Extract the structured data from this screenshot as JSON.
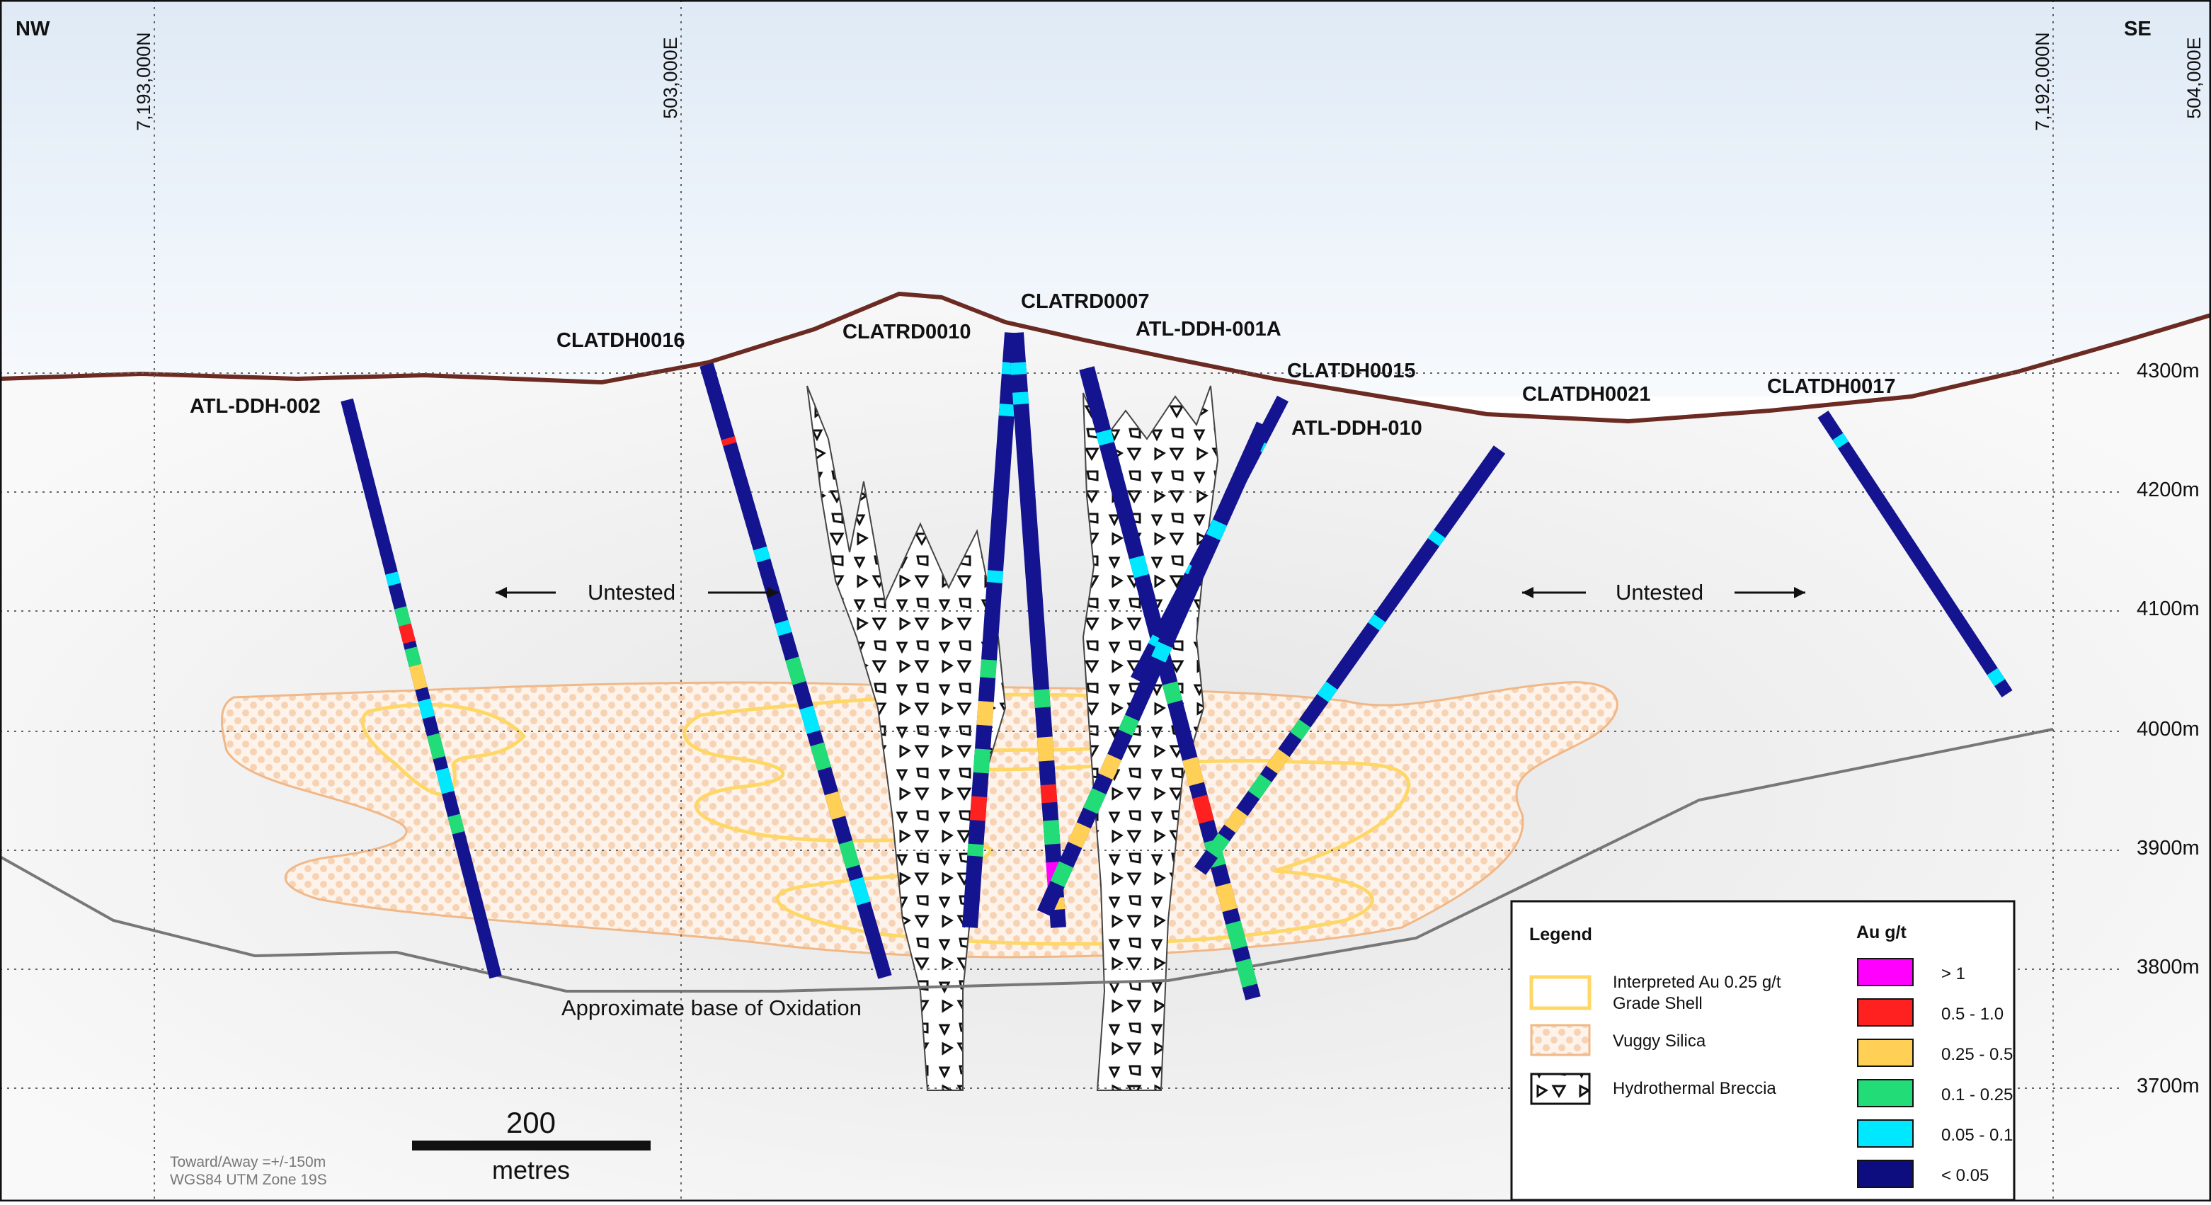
{
  "compass": {
    "left": "NW",
    "right": "SE"
  },
  "gridlines": {
    "northings": [
      "7,193,000N",
      "7,192,000N"
    ],
    "eastings": [
      "503,000E",
      "504,000E"
    ]
  },
  "elevations": [
    "4300m",
    "4200m",
    "4100m",
    "4000m",
    "3900m",
    "3800m",
    "3700m"
  ],
  "drillholes": [
    {
      "name": "ATL-DDH-002"
    },
    {
      "name": "CLATDH0016"
    },
    {
      "name": "CLATRD0010"
    },
    {
      "name": "CLATRD0007"
    },
    {
      "name": "ATL-DDH-001A"
    },
    {
      "name": "CLATDH0015"
    },
    {
      "name": "ATL-DDH-010"
    },
    {
      "name": "CLATDH0021"
    },
    {
      "name": "CLATDH0017"
    }
  ],
  "annotations": {
    "untested_left": "Untested",
    "untested_right": "Untested",
    "oxidation": "Approximate base of Oxidation"
  },
  "scale": {
    "value": "200",
    "unit": "metres"
  },
  "notes": [
    "Toward/Away =+/-150m",
    "WGS84 UTM Zone 19S"
  ],
  "legend": {
    "title": "Legend",
    "items": [
      {
        "label": "Interpreted Au 0.25 g/t\nGrade Shell",
        "line1": "Interpreted Au 0.25 g/t",
        "line2": "Grade Shell"
      },
      {
        "label": "Vuggy Silica"
      },
      {
        "label": "Hydrothermal Breccia"
      }
    ],
    "grade_title": "Au g/t",
    "grades": [
      {
        "label": "> 1",
        "color": "#ff00ff"
      },
      {
        "label": "0.5 - 1.0",
        "color": "#ff2020"
      },
      {
        "label": "0.25 - 0.5",
        "color": "#ffd055"
      },
      {
        "label": "0.1 - 0.25",
        "color": "#22dd77"
      },
      {
        "label": "0.05 - 0.1",
        "color": "#00e8ff"
      },
      {
        "label": "< 0.05",
        "color": "#0d0d80"
      }
    ]
  },
  "colors": {
    "sky": "#e8f1fa",
    "topography": "#6b2a22",
    "grade_shell": "#ffd765",
    "vuggy_silica": "#f5c8a0",
    "oxidation_line": "#777777",
    "hole_base": "#141490"
  }
}
